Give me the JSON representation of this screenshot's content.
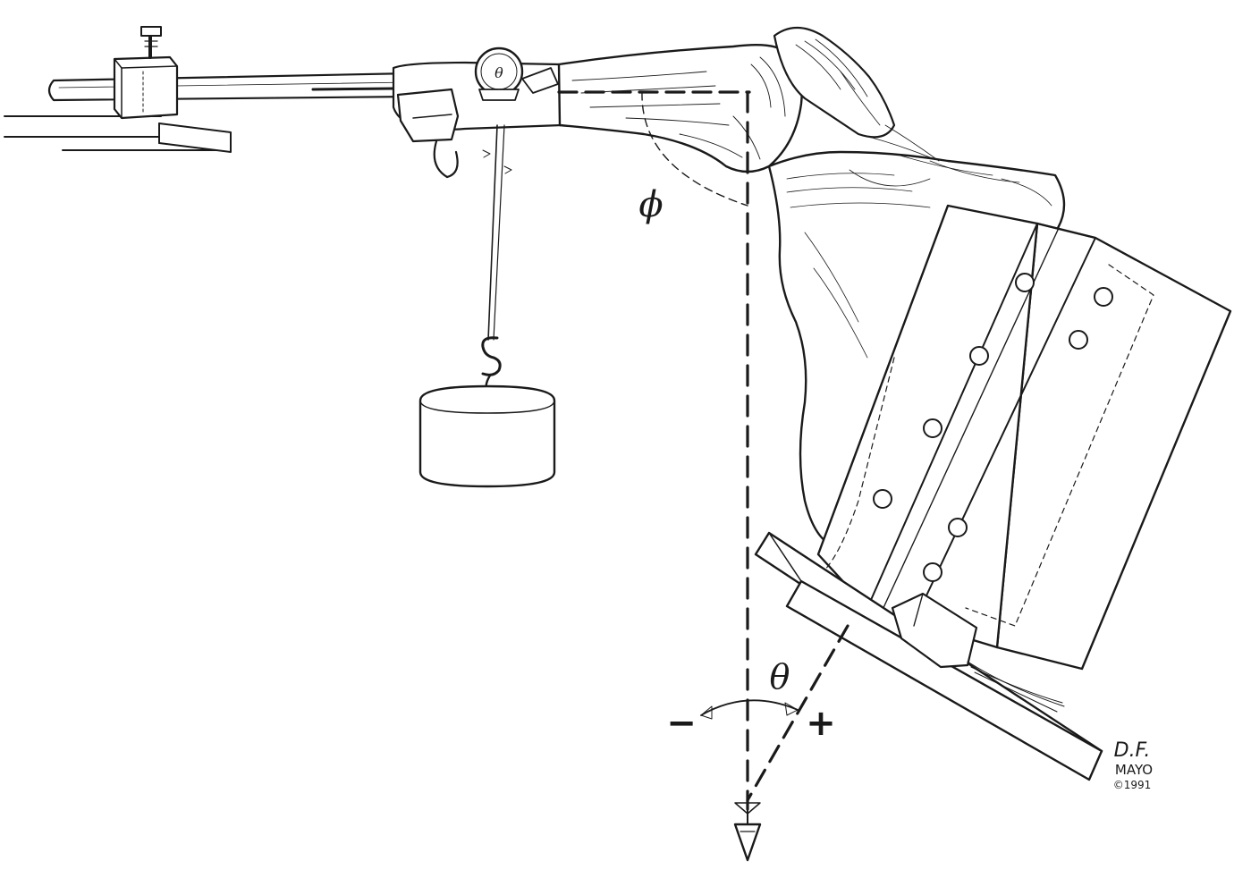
{
  "labels": {
    "phi": "ϕ",
    "theta": "θ",
    "gauge_theta": "θ",
    "minus": "−",
    "plus": "+"
  },
  "signature": {
    "initials": "D.F.",
    "org": "MAYO",
    "year": "©1991"
  },
  "colors": {
    "ink": "#1a1a1a",
    "paper": "#ffffff"
  }
}
